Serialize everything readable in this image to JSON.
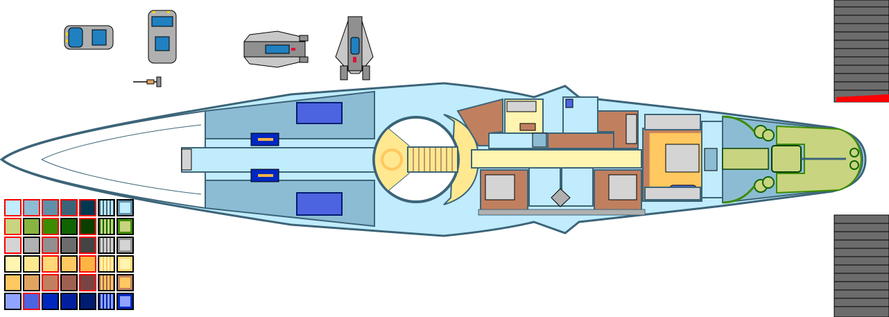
{
  "palette": {
    "rows": [
      {
        "name": "sky-blue",
        "colors": [
          "#c0ecfe",
          "#8cbcd4",
          "#6090a8",
          "#3c6478",
          "#003850"
        ],
        "selected": [
          true,
          true,
          true,
          true,
          true
        ]
      },
      {
        "name": "green",
        "colors": [
          "#c8d480",
          "#88b440",
          "#3c8c00",
          "#106400",
          "#084000"
        ],
        "selected": [
          true,
          false,
          true,
          false,
          true
        ]
      },
      {
        "name": "gray",
        "colors": [
          "#d4d4d4",
          "#b0b0b0",
          "#909090",
          "#6c6c6c",
          "#444444"
        ],
        "selected": [
          true,
          false,
          true,
          false,
          true
        ]
      },
      {
        "name": "yellow",
        "colors": [
          "#fff4b0",
          "#ffe890",
          "#ffd878",
          "#ffc860",
          "#ffb444"
        ],
        "selected": [
          false,
          false,
          true,
          false,
          true
        ]
      },
      {
        "name": "brown",
        "colors": [
          "#ffc860",
          "#e0a460",
          "#c08060",
          "#a06050",
          "#784444"
        ],
        "selected": [
          false,
          false,
          true,
          false,
          true
        ]
      },
      {
        "name": "blue",
        "colors": [
          "#90a4ff",
          "#4c64e0",
          "#0028c0",
          "#0020a0",
          "#001c70"
        ],
        "selected": [
          false,
          true,
          false,
          false,
          false
        ]
      }
    ]
  },
  "colors": {
    "hull_fill": "#c0ecfe",
    "hull_stroke": "#3c6478",
    "panel": "#8cbcd4",
    "corridor": "#fff4b0",
    "wood": "#c08060",
    "engine_green": "#c8d480",
    "engine_dark": "#3c8c00",
    "hangar_blue": "#4c64e0",
    "thruster_gray": "#6c6c6c",
    "thruster_glow": "#ff0000"
  }
}
